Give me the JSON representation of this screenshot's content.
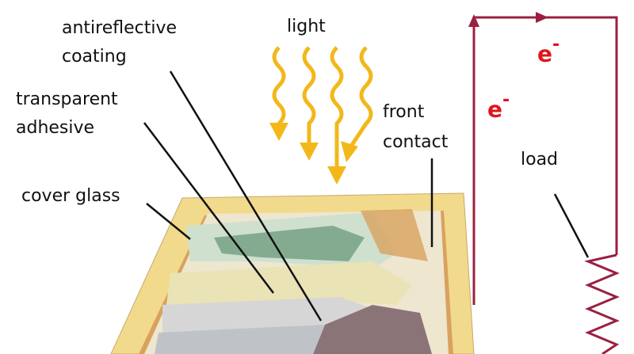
{
  "labels": {
    "light": "light",
    "antireflective_1": "antireflective",
    "antireflective_2": "coating",
    "transparent_1": "transparent",
    "transparent_2": "adhesive",
    "cover_glass": "cover glass",
    "front_1": "front",
    "front_2": "contact",
    "load": "load",
    "electron_base": "e",
    "electron_sup": "-"
  },
  "colors": {
    "circuit": "#9b2040",
    "light": "#f2b81a",
    "frame": "#f2da8c",
    "frame_side": "#d8a25e",
    "electron": "#e0151b"
  }
}
